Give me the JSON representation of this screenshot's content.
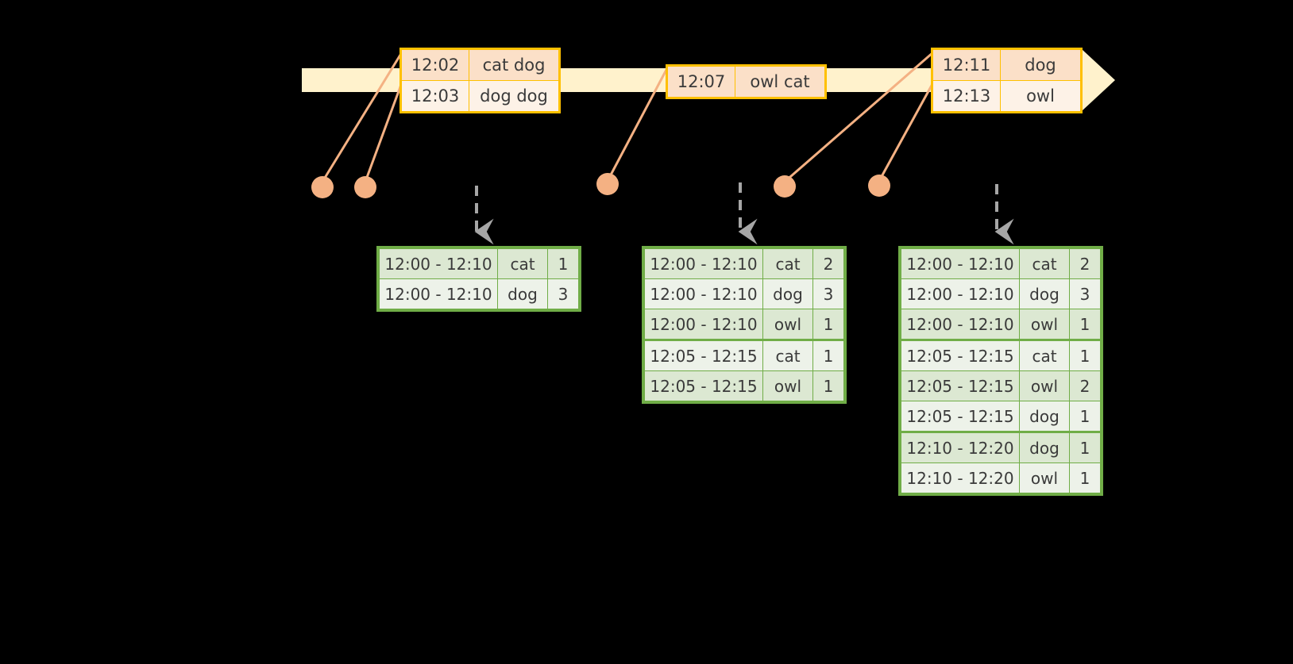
{
  "timeline": {
    "name": "event-stream-timeline",
    "bar_color": "#FFF2CC",
    "accent_color": "#FFC000",
    "dot_color": "#F4B183",
    "events": [
      {
        "group": "group-1",
        "rows": [
          {
            "time": "12:02",
            "words": "cat dog"
          },
          {
            "time": "12:03",
            "words": "dog dog"
          }
        ]
      },
      {
        "group": "group-2",
        "rows": [
          {
            "time": "12:07",
            "words": "owl cat"
          }
        ]
      },
      {
        "group": "group-3",
        "rows": [
          {
            "time": "12:11",
            "words": "dog"
          },
          {
            "time": "12:13",
            "words": "owl"
          }
        ]
      }
    ]
  },
  "results": {
    "accent_color": "#70AD47",
    "tables": [
      {
        "name": "result-table-1",
        "rows": [
          {
            "window": "12:00 - 12:10",
            "word": "cat",
            "count": "1"
          },
          {
            "window": "12:00 - 12:10",
            "word": "dog",
            "count": "3"
          }
        ]
      },
      {
        "name": "result-table-2",
        "rows": [
          {
            "window": "12:00 - 12:10",
            "word": "cat",
            "count": "2"
          },
          {
            "window": "12:00 - 12:10",
            "word": "dog",
            "count": "3"
          },
          {
            "window": "12:00 - 12:10",
            "word": "owl",
            "count": "1"
          },
          {
            "window": "12:05 - 12:15",
            "word": "cat",
            "count": "1"
          },
          {
            "window": "12:05 - 12:15",
            "word": "owl",
            "count": "1"
          }
        ]
      },
      {
        "name": "result-table-3",
        "rows": [
          {
            "window": "12:00 - 12:10",
            "word": "cat",
            "count": "2"
          },
          {
            "window": "12:00 - 12:10",
            "word": "dog",
            "count": "3"
          },
          {
            "window": "12:00 - 12:10",
            "word": "owl",
            "count": "1"
          },
          {
            "window": "12:05 - 12:15",
            "word": "cat",
            "count": "1"
          },
          {
            "window": "12:05 - 12:15",
            "word": "owl",
            "count": "2"
          },
          {
            "window": "12:05 - 12:15",
            "word": "dog",
            "count": "1"
          },
          {
            "window": "12:10 - 12:20",
            "word": "dog",
            "count": "1"
          },
          {
            "window": "12:10 - 12:20",
            "word": "owl",
            "count": "1"
          }
        ]
      }
    ]
  }
}
